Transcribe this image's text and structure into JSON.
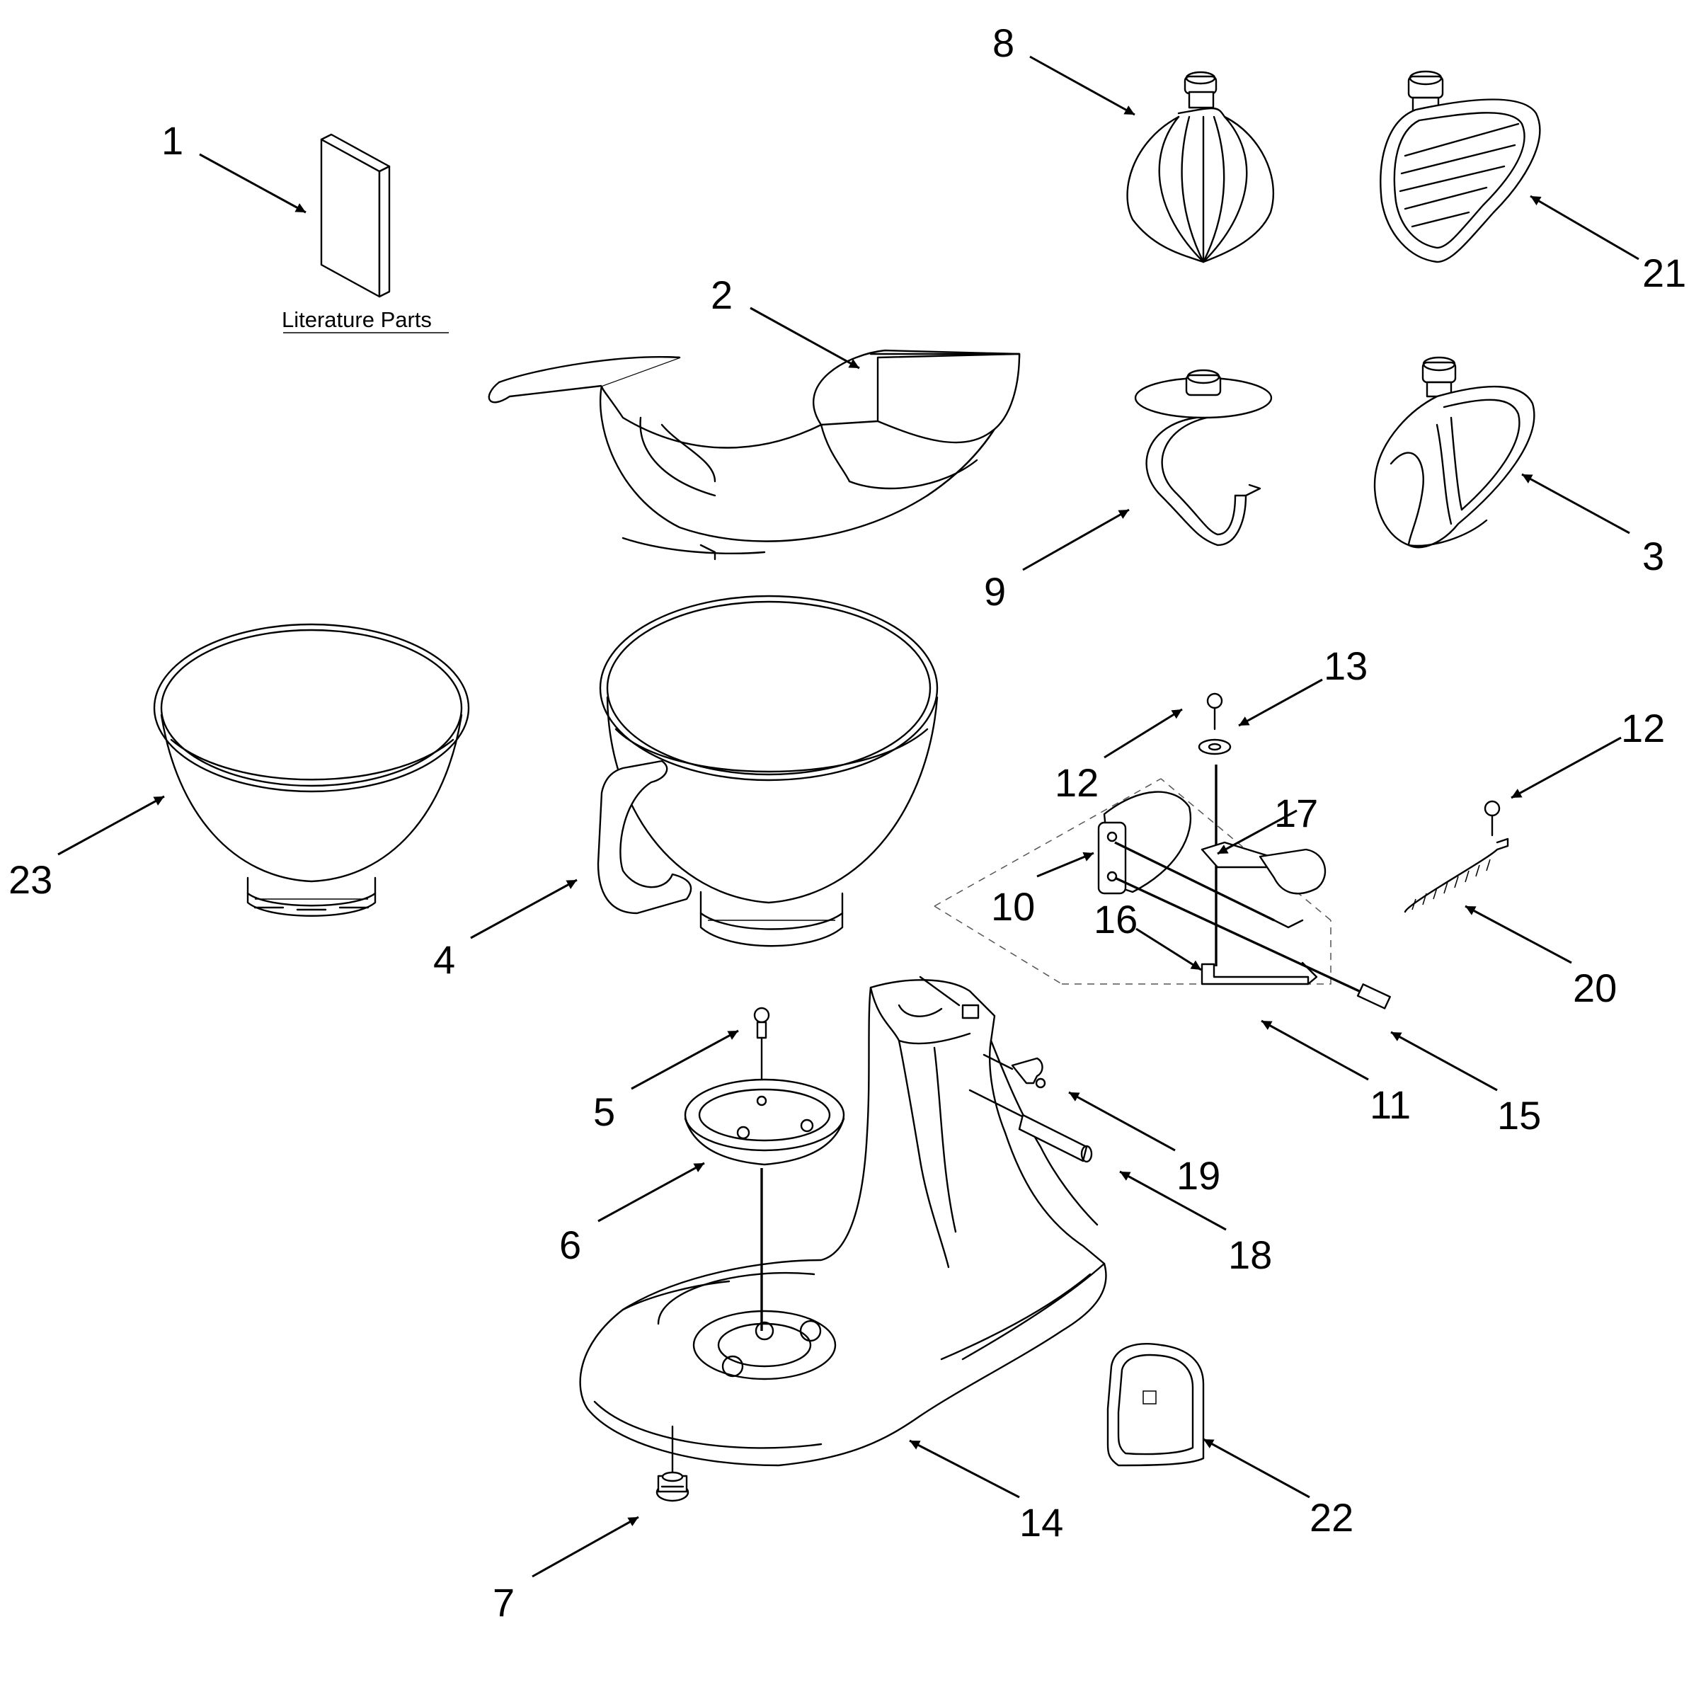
{
  "literature_label": "Literature Parts",
  "callouts": [
    {
      "id": "1",
      "text": "1"
    },
    {
      "id": "2",
      "text": "2"
    },
    {
      "id": "3",
      "text": "3"
    },
    {
      "id": "4",
      "text": "4"
    },
    {
      "id": "5",
      "text": "5"
    },
    {
      "id": "6",
      "text": "6"
    },
    {
      "id": "7",
      "text": "7"
    },
    {
      "id": "8",
      "text": "8"
    },
    {
      "id": "9",
      "text": "9"
    },
    {
      "id": "10",
      "text": "10"
    },
    {
      "id": "11",
      "text": "11"
    },
    {
      "id": "12a",
      "text": "12"
    },
    {
      "id": "12b",
      "text": "12"
    },
    {
      "id": "13",
      "text": "13"
    },
    {
      "id": "14",
      "text": "14"
    },
    {
      "id": "15",
      "text": "15"
    },
    {
      "id": "16",
      "text": "16"
    },
    {
      "id": "17",
      "text": "17"
    },
    {
      "id": "18",
      "text": "18"
    },
    {
      "id": "19",
      "text": "19"
    },
    {
      "id": "20",
      "text": "20"
    },
    {
      "id": "21",
      "text": "21"
    },
    {
      "id": "22",
      "text": "22"
    },
    {
      "id": "23",
      "text": "23"
    }
  ]
}
